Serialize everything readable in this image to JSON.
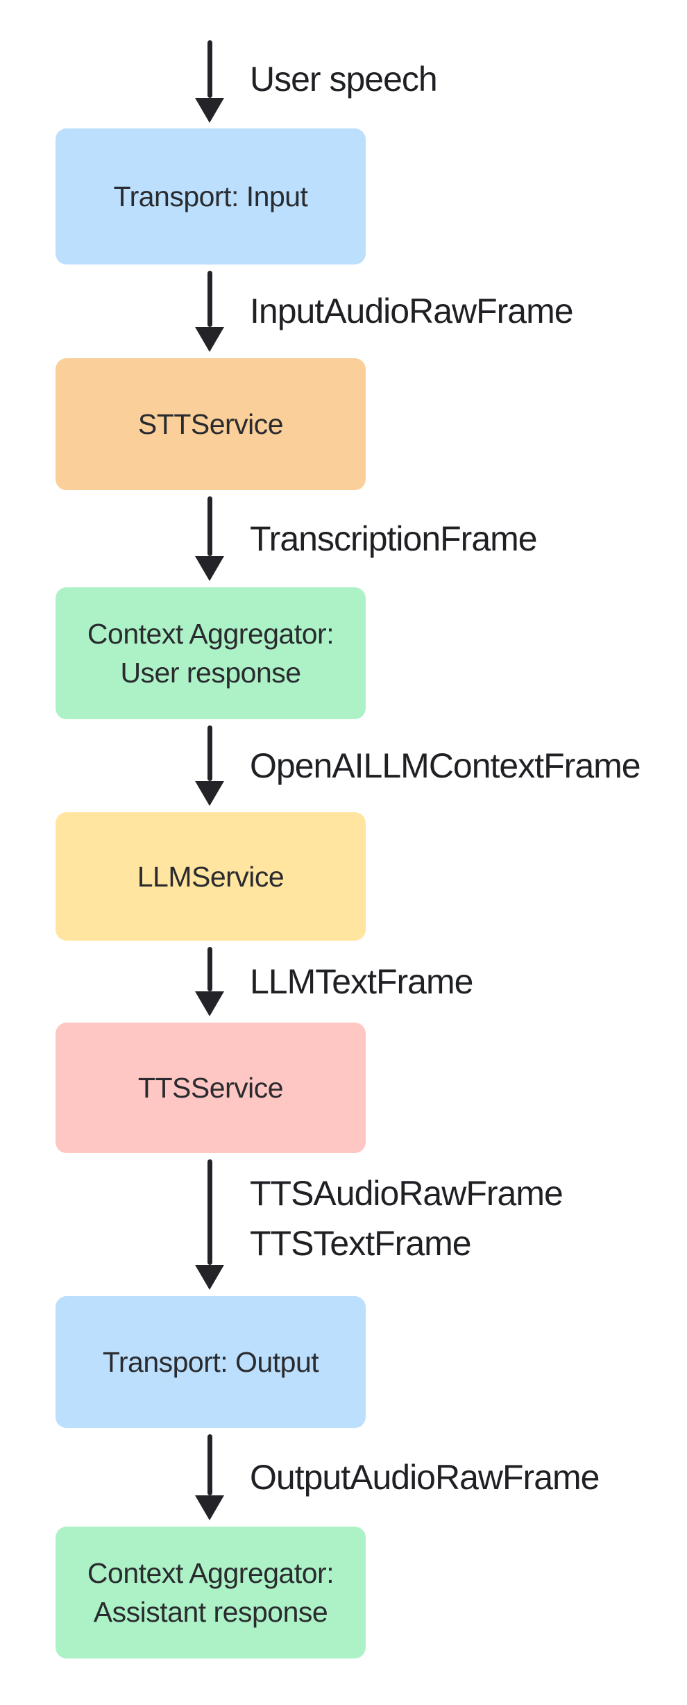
{
  "diagram": {
    "background": "#FFFFFF",
    "arrow_color": "#242428",
    "node_text_color": "#2A2B2F",
    "edge_label_color": "#1F2024",
    "nodes": [
      {
        "label": "Transport: Input",
        "color": "#BBDFFC"
      },
      {
        "label": "STTService",
        "color": "#FACF99"
      },
      {
        "line1": "Context Aggregator:",
        "line2": "User response",
        "color": "#ADF2C7"
      },
      {
        "label": "LLMService",
        "color": "#FFE5A0"
      },
      {
        "label": "TTSService",
        "color": "#FFC7C3"
      },
      {
        "label": "Transport: Output",
        "color": "#BBDFFC"
      },
      {
        "line1": "Context Aggregator:",
        "line2": "Assistant response",
        "color": "#ADF2C7"
      }
    ],
    "edges": [
      {
        "label": "User speech"
      },
      {
        "label": "InputAudioRawFrame"
      },
      {
        "label": "TranscriptionFrame"
      },
      {
        "label": "OpenAILLMContextFrame"
      },
      {
        "label": "LLMTextFrame"
      },
      {
        "line1": "TTSAudioRawFrame",
        "line2": "TTSTextFrame"
      },
      {
        "label": "OutputAudioRawFrame"
      }
    ]
  }
}
